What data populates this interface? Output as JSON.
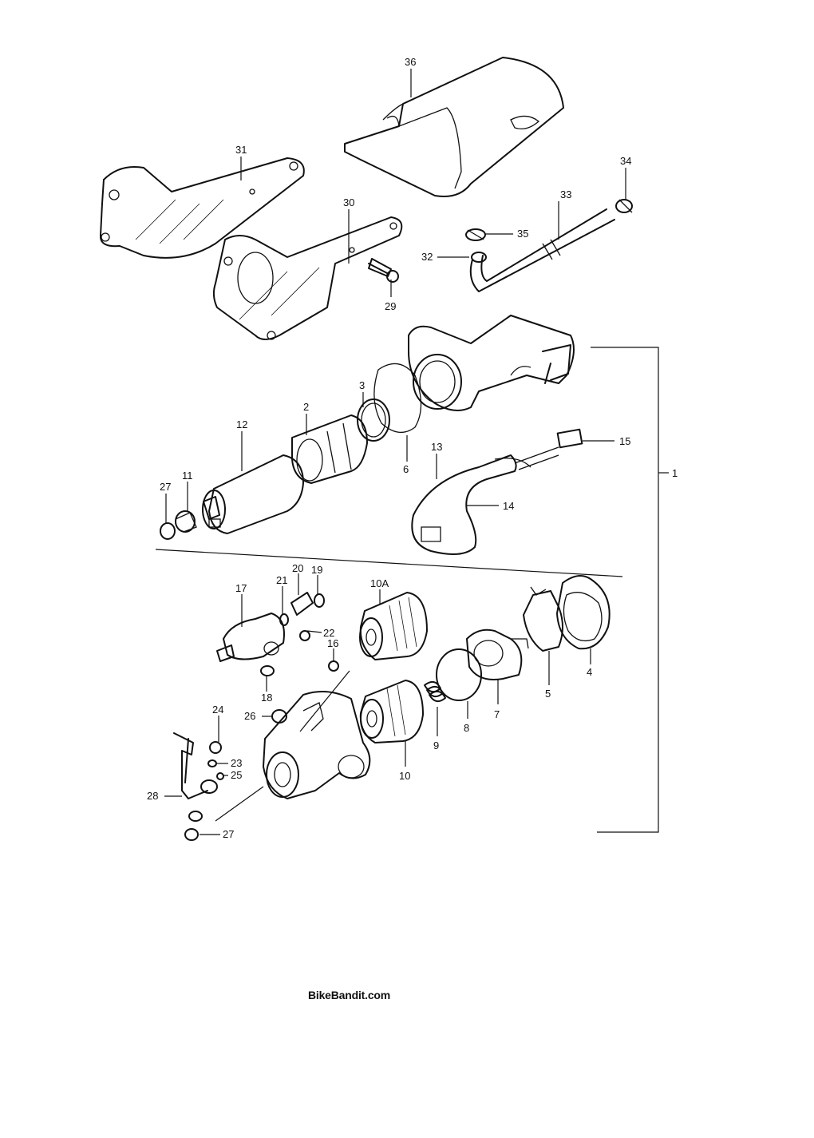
{
  "diagram": {
    "callouts": {
      "p1": "1",
      "p2": "2",
      "p3": "3",
      "p4": "4",
      "p5": "5",
      "p6": "6",
      "p7": "7",
      "p8": "8",
      "p9": "9",
      "p10": "10",
      "p10a": "10A",
      "p11": "11",
      "p12": "12",
      "p13": "13",
      "p14": "14",
      "p15": "15",
      "p16": "16",
      "p17": "17",
      "p18": "18",
      "p19": "19",
      "p20": "20",
      "p21": "21",
      "p22": "22",
      "p23": "23",
      "p24": "24",
      "p25": "25",
      "p26": "26",
      "p27a": "27",
      "p27b": "27",
      "p28": "28",
      "p29": "29",
      "p30": "30",
      "p31": "31",
      "p32": "32",
      "p33": "33",
      "p34": "34",
      "p35": "35",
      "p36": "36"
    }
  },
  "footer": {
    "watermark": "BikeBandit.com"
  }
}
